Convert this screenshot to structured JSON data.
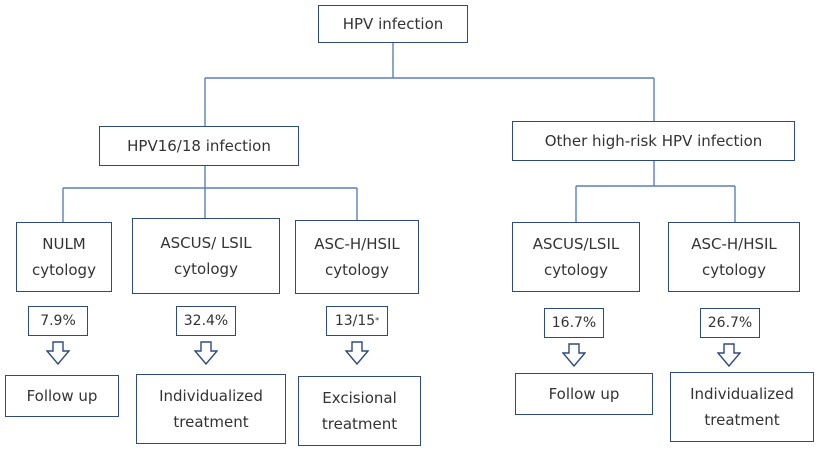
{
  "root": {
    "label": "HPV infection"
  },
  "groups": [
    {
      "label": "HPV16/18 infection",
      "branches": [
        {
          "lines": [
            "NULM",
            "cytology"
          ],
          "percent": "7.9%",
          "outcome": [
            "Follow up"
          ]
        },
        {
          "lines": [
            "ASCUS/ LSIL",
            "cytology"
          ],
          "percent": "32.4%",
          "outcome": [
            "Individualized",
            "treatment"
          ]
        },
        {
          "lines": [
            "ASC-H/HSIL",
            "cytology"
          ],
          "percent": "13/15",
          "percent_mark": "*",
          "outcome": [
            "Excisional",
            "treatment"
          ]
        }
      ]
    },
    {
      "label": "Other high-risk HPV infection",
      "branches": [
        {
          "lines": [
            "ASCUS/LSIL",
            "cytology"
          ],
          "percent": "16.7%",
          "outcome": [
            "Follow up"
          ]
        },
        {
          "lines": [
            "ASC-H/HSIL",
            "cytology"
          ],
          "percent": "26.7%",
          "outcome": [
            "Individualized",
            "treatment"
          ]
        }
      ]
    }
  ],
  "colors": {
    "border": "#2f4b7c",
    "connector": "#5a7fb8",
    "text": "#333333"
  }
}
